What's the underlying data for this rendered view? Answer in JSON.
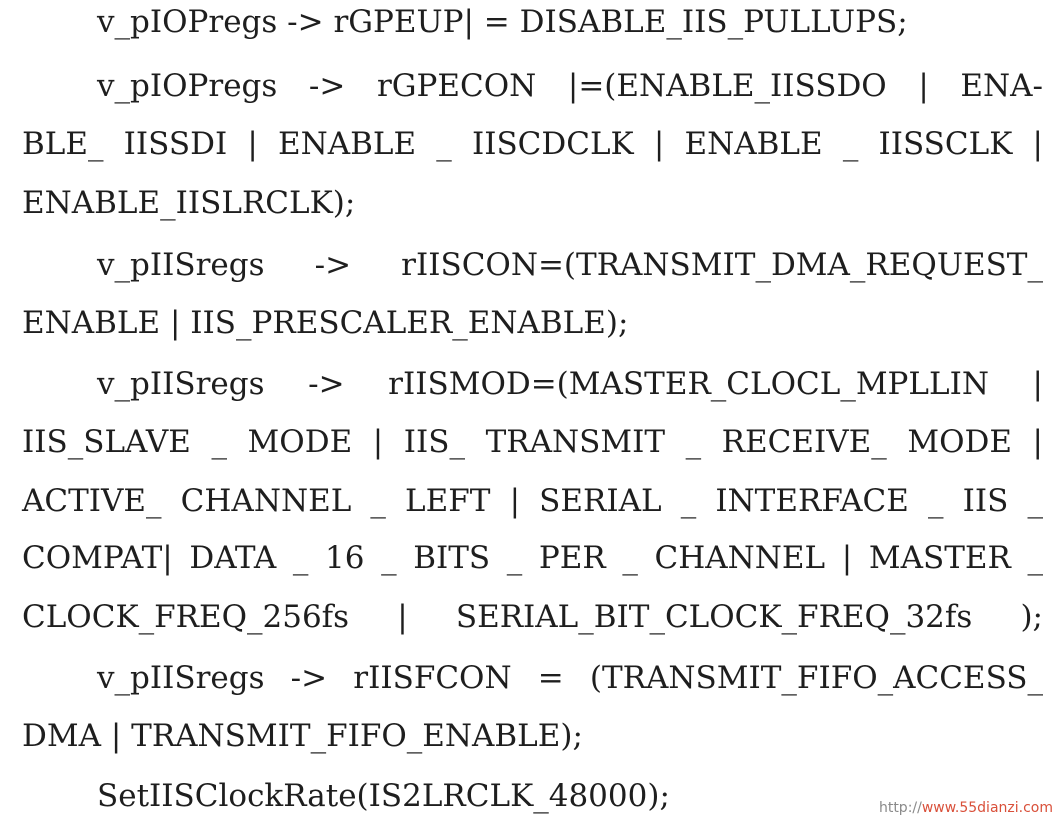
{
  "document": {
    "lines": [
      "v_pIOPregs -> rGPEUP| = DISABLE_IIS_PULLUPS;",
      "v_pIOPregs -> rGPECON |=(ENABLE_IISSDO | ENA-",
      "BLE_ IISSDI | ENABLE _ IISCDCLK | ENABLE _ IISSCLK |",
      "ENABLE_IISLRCLK);",
      "v_pIISregs -> rIISCON=(TRANSMIT_DMA_REQUEST_",
      "ENABLE | IIS_PRESCALER_ENABLE);",
      "v_pIISregs -> rIISMOD=(MASTER_CLOCL_MPLLIN |",
      "IIS_SLAVE _ MODE | IIS_ TRANSMIT _ RECEIVE_ MODE |",
      "ACTIVE_ CHANNEL _ LEFT | SERIAL _ INTERFACE _ IIS _",
      "COMPAT| DATA _ 16 _ BITS _ PER _ CHANNEL | MASTER _",
      "CLOCK_FREQ_256fs | SERIAL_BIT_CLOCK_FREQ_32fs );",
      "v_pIISregs -> rIISFCON = (TRANSMIT_FIFO_ACCESS_",
      "DMA | TRANSMIT_FIFO_ENABLE);",
      "SetIISClockRate(IS2LRCLK_48000);"
    ]
  },
  "watermark": {
    "prefix": "http://",
    "url": "www.55dianzi.com"
  }
}
